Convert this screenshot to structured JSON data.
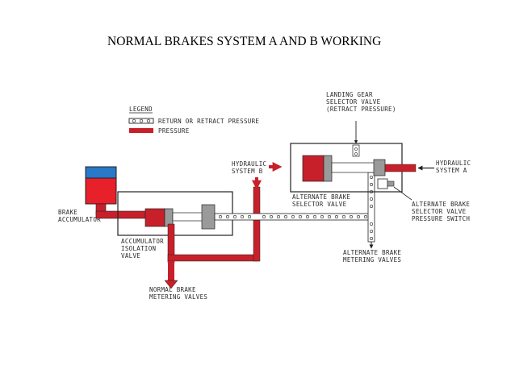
{
  "title": "NORMAL BRAKES SYSTEM A AND B WORKING",
  "legend": {
    "heading": "LEGEND",
    "items": [
      {
        "label": "RETURN OR RETRACT PRESSURE",
        "style": "dotted-line"
      },
      {
        "label": "PRESSURE",
        "style": "solid-red"
      }
    ]
  },
  "labels": {
    "brake_accumulator": [
      "BRAKE",
      "ACCUMULATOR"
    ],
    "accumulator_isolation_valve": [
      "ACCUMULATOR",
      "ISOLATION",
      "VALVE"
    ],
    "normal_brake_metering": [
      "NORMAL BRAKE",
      "METERING VALVES"
    ],
    "hydraulic_system_b": [
      "HYDRAULIC",
      "SYSTEM B"
    ],
    "landing_gear_selector": [
      "LANDING GEAR",
      "SELECTOR VALVE",
      "(RETRACT PRESSURE)"
    ],
    "hydraulic_system_a": [
      "HYDRAULIC",
      "SYSTEM A"
    ],
    "alternate_brake_selector": [
      "ALTERNATE BRAKE",
      "SELECTOR VALVE"
    ],
    "alternate_brake_pressure_switch": [
      "ALTERNATE BRAKE",
      "SELECTOR VALVE",
      "PRESSURE SWITCH"
    ],
    "alternate_brake_metering": [
      "ALTERNATE BRAKE",
      "METERING VALVES"
    ]
  },
  "colors": {
    "pressure": "#c8202a",
    "accumulator_fluid": "#e8202a",
    "accumulator_gas": "#2a78c8",
    "piston": "#9a9a9a",
    "line": "#222222"
  }
}
